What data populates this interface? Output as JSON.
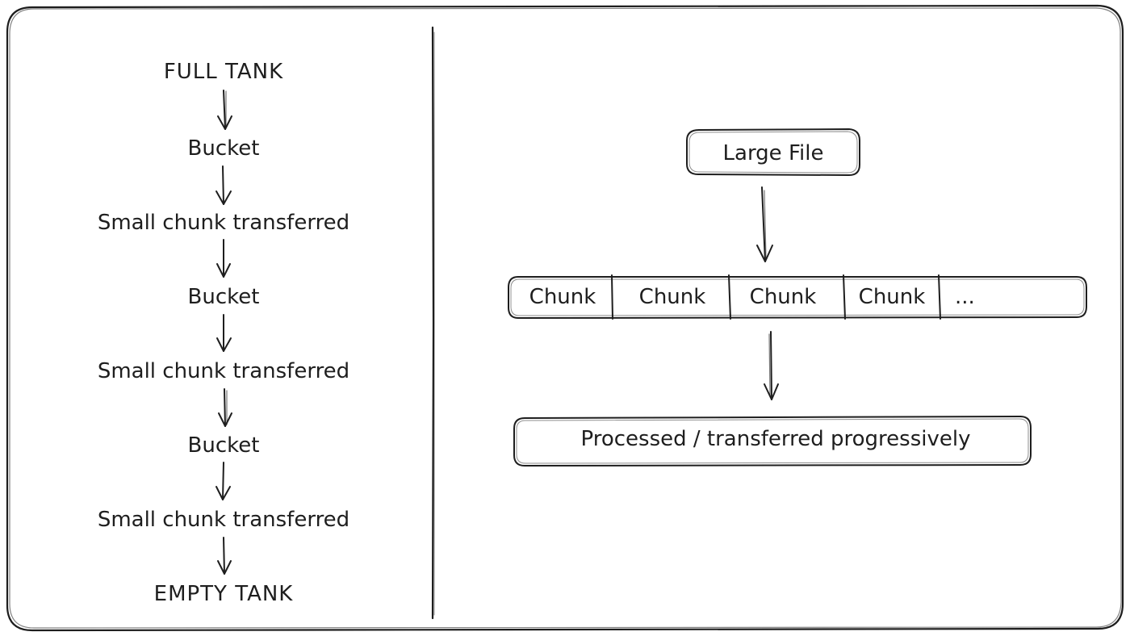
{
  "left_flow": {
    "steps": [
      "FULL TANK",
      "Bucket",
      "Small chunk transferred",
      "Bucket",
      "Small chunk transferred",
      "Bucket",
      "Small chunk transferred",
      "EMPTY TANK"
    ]
  },
  "right_flow": {
    "source_label": "Large File",
    "chunks": [
      "Chunk",
      "Chunk",
      "Chunk",
      "Chunk",
      "..."
    ],
    "result_label": "Processed / transferred progressively"
  }
}
